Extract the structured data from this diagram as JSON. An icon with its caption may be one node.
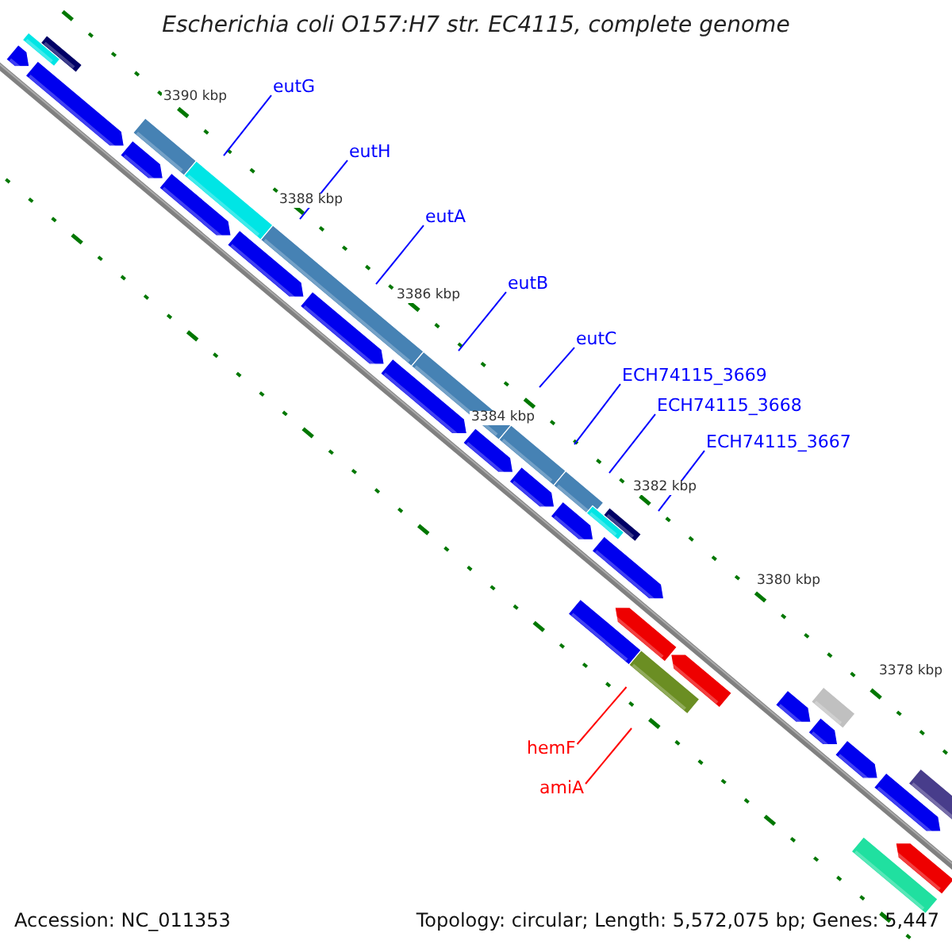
{
  "diagram": {
    "title": "Escherichia coli O157:H7 str. EC4115, complete genome",
    "nodes": [
      {
        "text": [
          "eutG"
        ]
      },
      {
        "text": [
          "eutH"
        ]
      },
      {
        "text": [
          "eutA"
        ]
      },
      {
        "text": [
          "eutB"
        ]
      },
      {
        "text": [
          "eutC"
        ]
      },
      {
        "text": [
          "ECH74115_3669"
        ]
      },
      {
        "text": [
          "ECH74115_3668"
        ]
      },
      {
        "text": [
          "ECH74115_3667"
        ]
      },
      {
        "text": [
          "hemF"
        ]
      },
      {
        "text": [
          "amiA"
        ]
      }
    ],
    "edges": [
      {
        "from": 0,
        "to": null,
        "arrow": "none"
      },
      {
        "from": 1,
        "to": null,
        "arrow": "none"
      },
      {
        "from": 2,
        "to": null,
        "arrow": "none"
      },
      {
        "from": 3,
        "to": null,
        "arrow": "none"
      },
      {
        "from": 4,
        "to": null,
        "arrow": "none"
      },
      {
        "from": 5,
        "to": null,
        "arrow": "none"
      },
      {
        "from": 6,
        "to": null,
        "arrow": "none"
      },
      {
        "from": 7,
        "to": null,
        "arrow": "none"
      },
      {
        "from": 8,
        "to": null,
        "arrow": "none",
        "color": "#ff0000"
      },
      {
        "from": 9,
        "to": null,
        "arrow": "none",
        "color": "#ff0000"
      }
    ],
    "labels": [
      "3390 kbp",
      "3388 kbp",
      "3386 kbp",
      "3384 kbp",
      "3382 kbp",
      "3380 kbp",
      "3378 kbp",
      "Accession: NC_011353",
      "Topology: circular; Length: 5,572,075 bp; Genes: 5,447"
    ]
  }
}
